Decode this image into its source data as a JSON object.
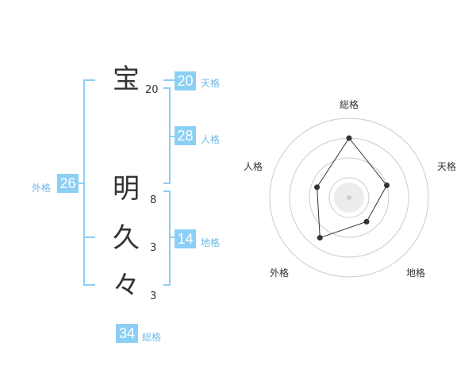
{
  "name_chars": [
    {
      "char": "宝",
      "strokes": "20"
    },
    {
      "char": "明",
      "strokes": "8"
    },
    {
      "char": "久",
      "strokes": "3"
    },
    {
      "char": "々",
      "strokes": "3"
    }
  ],
  "kaku": {
    "tenkaku": {
      "value": "20",
      "label": "天格"
    },
    "jinkaku": {
      "value": "28",
      "label": "人格"
    },
    "chikaku": {
      "value": "14",
      "label": "地格"
    },
    "gaikaku": {
      "value": "26",
      "label": "外格"
    },
    "soukaku": {
      "value": "34",
      "label": "総格"
    }
  },
  "radar": {
    "axes": [
      "総格",
      "天格",
      "地格",
      "外格",
      "人格"
    ],
    "ring_count": 4,
    "max": 4,
    "values": [
      3,
      2,
      1.5,
      2.5,
      1.7
    ],
    "accent": "#8ccff5"
  }
}
